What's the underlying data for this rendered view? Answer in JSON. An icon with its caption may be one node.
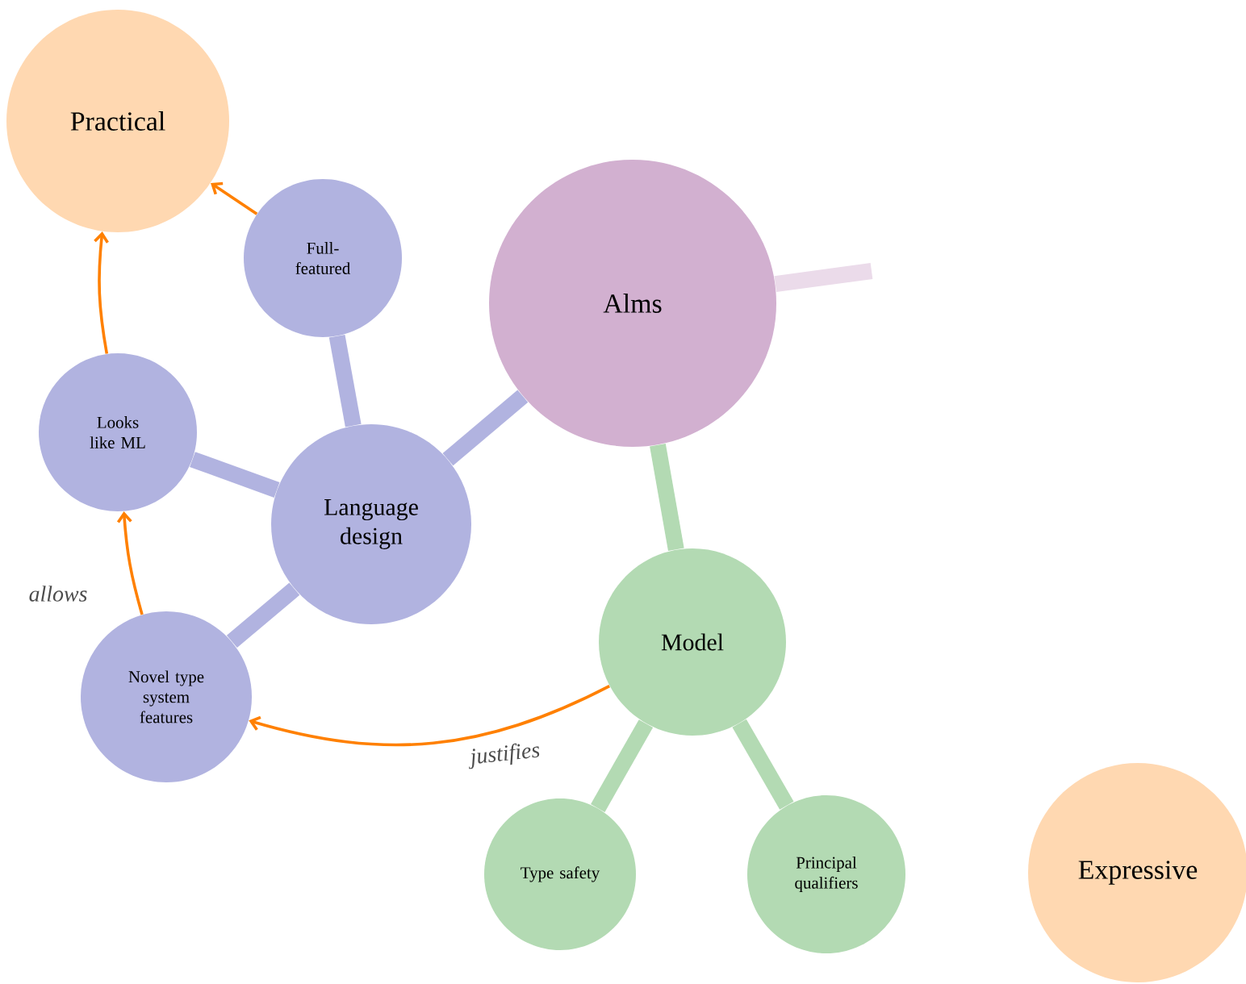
{
  "diagram": {
    "nodes": [
      {
        "text": [
          "Practical"
        ]
      },
      {
        "text": [
          "Alms"
        ]
      },
      {
        "text": [
          "Full-featured"
        ]
      },
      {
        "text": [
          "Looks like ML"
        ]
      },
      {
        "text": [
          "Language design"
        ]
      },
      {
        "text": [
          "Novel type system features"
        ]
      },
      {
        "text": [
          "Model"
        ]
      },
      {
        "text": [
          "Type safety"
        ]
      },
      {
        "text": [
          "Principal qualifiers"
        ]
      },
      {
        "text": [
          "Expressive"
        ]
      }
    ],
    "edges": [
      {
        "from": 1,
        "to": 4,
        "arrow": "none"
      },
      {
        "from": 4,
        "to": 2,
        "arrow": "none"
      },
      {
        "from": 4,
        "to": 3,
        "arrow": "none"
      },
      {
        "from": 4,
        "to": 5,
        "arrow": "none"
      },
      {
        "from": 1,
        "to": 6,
        "arrow": "none"
      },
      {
        "from": 6,
        "to": 7,
        "arrow": "none"
      },
      {
        "from": 6,
        "to": 8,
        "arrow": "none"
      },
      {
        "from": 1,
        "to": null,
        "arrow": "none"
      },
      {
        "from": 3,
        "to": 0,
        "arrow": "to",
        "color": "#ff8000"
      },
      {
        "from": 2,
        "to": 0,
        "arrow": "to",
        "color": "#ff8000"
      },
      {
        "from": 5,
        "to": 3,
        "arrow": "to",
        "color": "#ff8000",
        "label": "allows"
      },
      {
        "from": 6,
        "to": 5,
        "arrow": "to",
        "color": "#ff8000",
        "label": "justifies"
      }
    ]
  }
}
